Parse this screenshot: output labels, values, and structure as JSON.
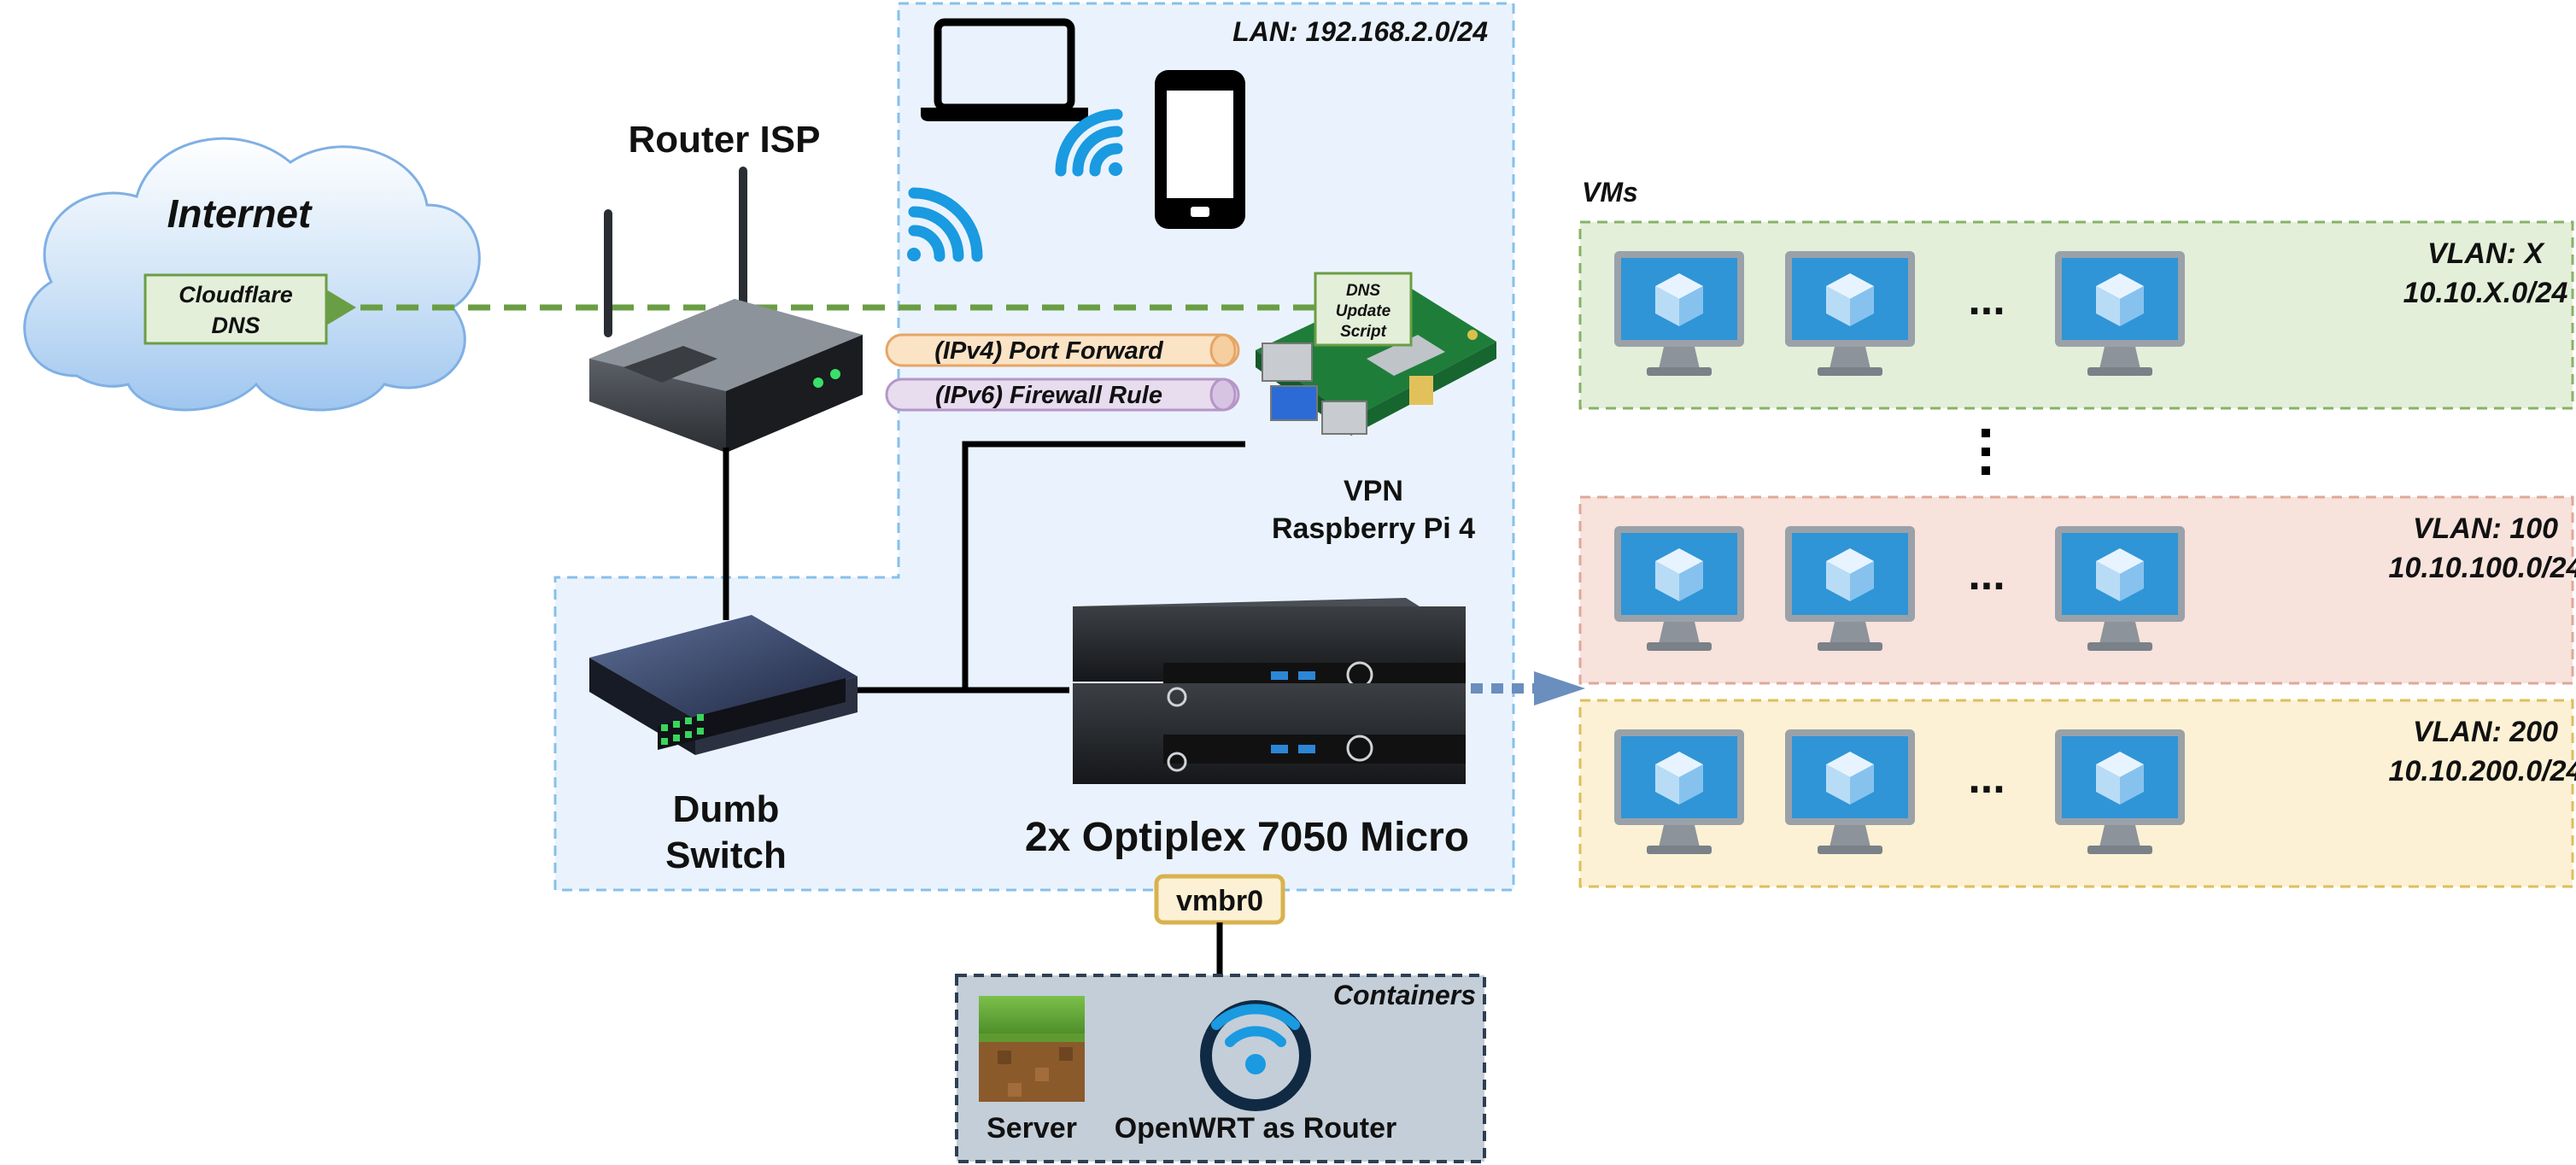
{
  "internet": {
    "title": "Internet",
    "dns_box": [
      "Cloudflare",
      "DNS"
    ]
  },
  "router": {
    "label": "Router ISP"
  },
  "lan": {
    "label": "LAN: 192.168.2.0/24"
  },
  "tunnels": {
    "ipv4": "(IPv4) Port Forward",
    "ipv6": "(IPv6) Firewall Rule"
  },
  "dns_script": {
    "lines": [
      "DNS",
      "Update",
      "Script"
    ]
  },
  "vpn": {
    "lines": [
      "VPN",
      "Raspberry Pi 4"
    ]
  },
  "switch": {
    "lines": [
      "Dumb",
      "Switch"
    ]
  },
  "optiplex": {
    "label": "2x Optiplex 7050 Micro"
  },
  "bridge": {
    "label": "vmbr0"
  },
  "containers": {
    "title": "Containers",
    "items": [
      {
        "label": "Server"
      },
      {
        "label": "OpenWRT as Router"
      }
    ]
  },
  "vms": {
    "title": "VMs",
    "ellipsis": "...",
    "vlans": [
      {
        "name": "VLAN: X",
        "subnet": "10.10.X.0/24",
        "fill": "#e4efda",
        "stroke": "#86b366"
      },
      {
        "name": "VLAN: 100",
        "subnet": "10.10.100.0/24",
        "fill": "#f7e2dc",
        "stroke": "#e0a89a"
      },
      {
        "name": "VLAN: 200",
        "subnet": "10.10.200.0/24",
        "fill": "#fcf1d4",
        "stroke": "#e0bd5c"
      }
    ]
  },
  "colors": {
    "lan_fill": "#eaf3fd",
    "lan_stroke": "#87c0ea",
    "dns_line": "#6a9e44",
    "vm_arrow": "#6a8ebd",
    "wifi": "#1a9ae0",
    "monitor_screen": "#2f95d6",
    "ipv4_fill": "#fbe3c5",
    "ipv4_stroke": "#e5a566",
    "ipv6_fill": "#e8dcef",
    "ipv6_stroke": "#b596c7",
    "bridge_fill": "#fcf1d4",
    "bridge_stroke": "#d9b24e",
    "containers_fill": "#c3ced8",
    "containers_stroke": "#2e3f52"
  }
}
